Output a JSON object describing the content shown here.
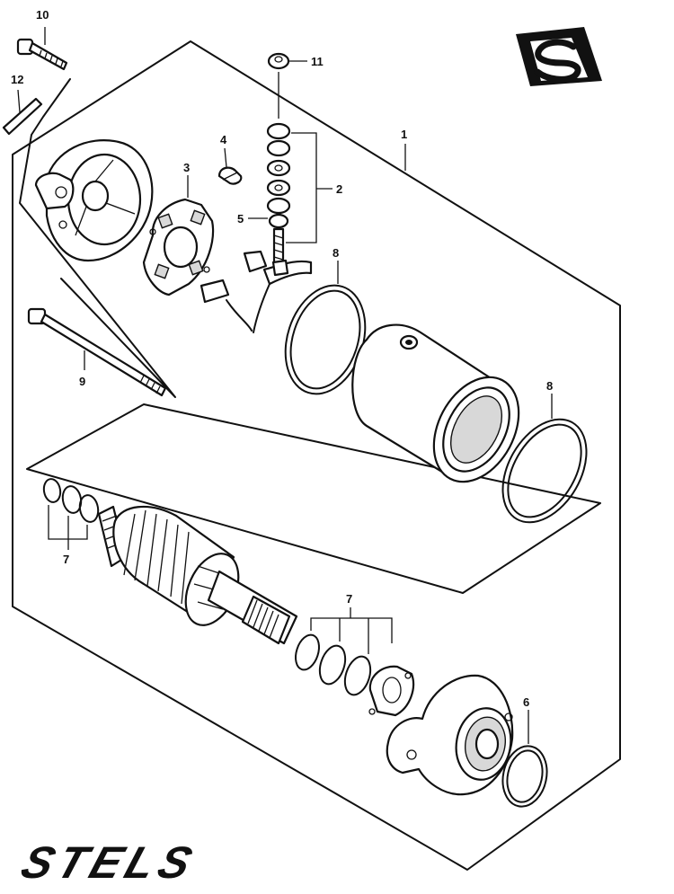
{
  "diagram": {
    "callouts": [
      {
        "id": "c10",
        "label": "10"
      },
      {
        "id": "c12",
        "label": "12"
      },
      {
        "id": "c11",
        "label": "11"
      },
      {
        "id": "c1",
        "label": "1"
      },
      {
        "id": "c4",
        "label": "4"
      },
      {
        "id": "c3",
        "label": "3"
      },
      {
        "id": "c2",
        "label": "2"
      },
      {
        "id": "c5",
        "label": "5"
      },
      {
        "id": "c8a",
        "label": "8"
      },
      {
        "id": "c9",
        "label": "9"
      },
      {
        "id": "c8b",
        "label": "8"
      },
      {
        "id": "c7a",
        "label": "7"
      },
      {
        "id": "c7b",
        "label": "7"
      },
      {
        "id": "c6",
        "label": "6"
      }
    ]
  },
  "brand": {
    "wordmark": "STELS",
    "badge_icon": "suzuki-s-logo-icon"
  }
}
